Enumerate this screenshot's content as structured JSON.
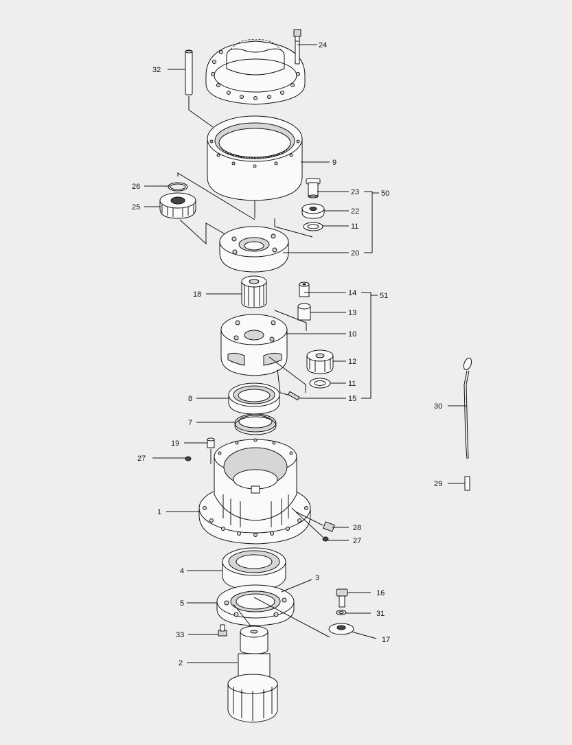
{
  "labels": {
    "l1": "1",
    "l2": "2",
    "l3": "3",
    "l4": "4",
    "l5": "5",
    "l7": "7",
    "l8": "8",
    "l9": "9",
    "l10": "10",
    "l11a": "11",
    "l11b": "11",
    "l12": "12",
    "l13": "13",
    "l14": "14",
    "l15": "15",
    "l16": "16",
    "l17": "17",
    "l18": "18",
    "l19": "19",
    "l20": "20",
    "l22": "22",
    "l23": "23",
    "l24": "24",
    "l25": "25",
    "l26": "26",
    "l27a": "27",
    "l27b": "27",
    "l28": "28",
    "l29": "29",
    "l30": "30",
    "l31": "31",
    "l32": "32",
    "l33": "33",
    "l50": "50",
    "l51": "51"
  }
}
